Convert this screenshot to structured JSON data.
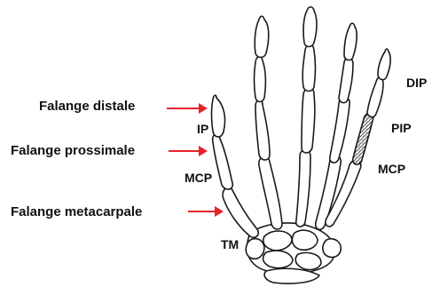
{
  "labels": {
    "falange_distale": "Falange distale",
    "falange_prossimale": "Falange prossimale",
    "falange_metacarpale": "Falange metacarpale",
    "ip": "IP",
    "mcp_thumb": "MCP",
    "tm": "TM",
    "dip": "DIP",
    "pip": "PIP",
    "mcp_finger": "MCP"
  },
  "colors": {
    "arrow": "#e8232a",
    "bone_fill": "#ffffff",
    "bone_outline": "#1a1a1a",
    "text": "#111111"
  },
  "icons": {
    "hand": "hand-skeleton-illustration",
    "arrow": "right-arrow-icon",
    "hatch": "hatched-phalanx-highlight"
  }
}
